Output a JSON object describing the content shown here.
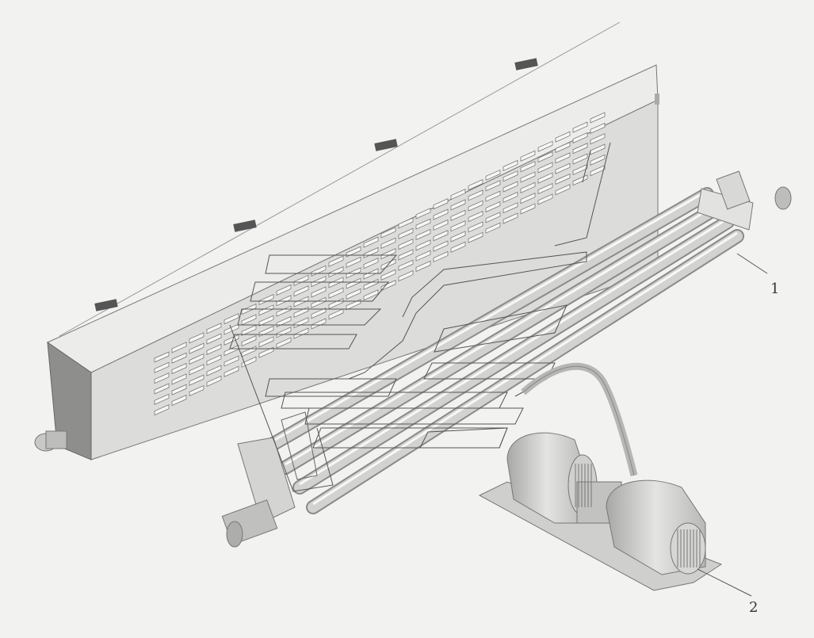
{
  "callouts": [
    {
      "id": "1",
      "label": "1"
    },
    {
      "id": "2",
      "label": "2"
    }
  ],
  "colors": {
    "background": "#f2f2f0",
    "part_light": "#dededc",
    "part_mid": "#c4c4c2",
    "part_dark": "#8e8e8c",
    "line": "#555555"
  }
}
